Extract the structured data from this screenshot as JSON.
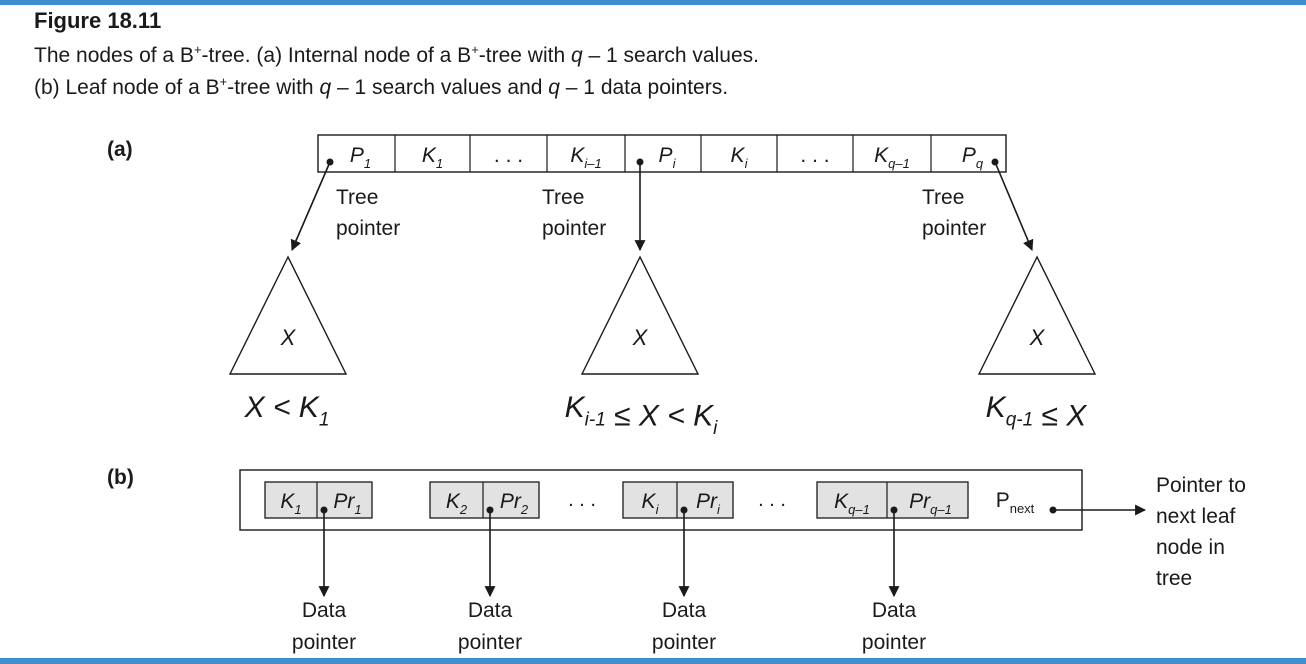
{
  "figure": {
    "label": "Figure 18.11",
    "caption_line1": [
      "The nodes of a B",
      "+",
      "-tree. (a) Internal node of a B",
      "+",
      "-tree with ",
      "q",
      " – 1 search values."
    ],
    "caption_line2": [
      "(b) Leaf node of a B",
      "+",
      "-tree with ",
      "q",
      " – 1 search values and ",
      "q",
      " – 1 data pointers."
    ]
  },
  "part_a": {
    "label": "(a)",
    "cells": [
      {
        "main": "P",
        "sub": "1"
      },
      {
        "main": "K",
        "sub": "1"
      },
      {
        "main": ". . .",
        "sub": ""
      },
      {
        "main": "K",
        "sub": "i–1"
      },
      {
        "main": "P",
        "sub": "i"
      },
      {
        "main": "K",
        "sub": "i"
      },
      {
        "main": ". . .",
        "sub": ""
      },
      {
        "main": "K",
        "sub": "q–1"
      },
      {
        "main": "P",
        "sub": "q"
      }
    ],
    "tree_pointer_label": [
      "Tree",
      "pointer"
    ],
    "subtree_symbol": "X",
    "conditions": [
      {
        "parts": [
          {
            "t": "X < K"
          },
          {
            "s": "1"
          }
        ]
      },
      {
        "parts": [
          {
            "t": "K"
          },
          {
            "s": "i-1"
          },
          {
            "t": " ≤ X < K"
          },
          {
            "s": "i"
          }
        ]
      },
      {
        "parts": [
          {
            "t": "K"
          },
          {
            "s": "q-1"
          },
          {
            "t": " ≤ X"
          }
        ]
      }
    ]
  },
  "part_b": {
    "label": "(b)",
    "groups": [
      {
        "k": "K",
        "ks": "1",
        "pr": "Pr",
        "prs": "1"
      },
      {
        "k": "K",
        "ks": "2",
        "pr": "Pr",
        "prs": "2"
      },
      {
        "k": "K",
        "ks": "i",
        "pr": "Pr",
        "prs": "i"
      },
      {
        "k": "K",
        "ks": "q–1",
        "pr": "Pr",
        "prs": "q–1"
      }
    ],
    "dots": ". . .",
    "pnext": {
      "main": "P",
      "sub": "next"
    },
    "data_pointer_label": [
      "Data",
      "pointer"
    ],
    "next_leaf_label": [
      "Pointer to",
      "next leaf",
      "node in",
      "tree"
    ]
  },
  "colors": {
    "border_bar": "#3e8fd0",
    "shaded_cell": "#e2e2e2",
    "ink": "#1a1a1a"
  }
}
